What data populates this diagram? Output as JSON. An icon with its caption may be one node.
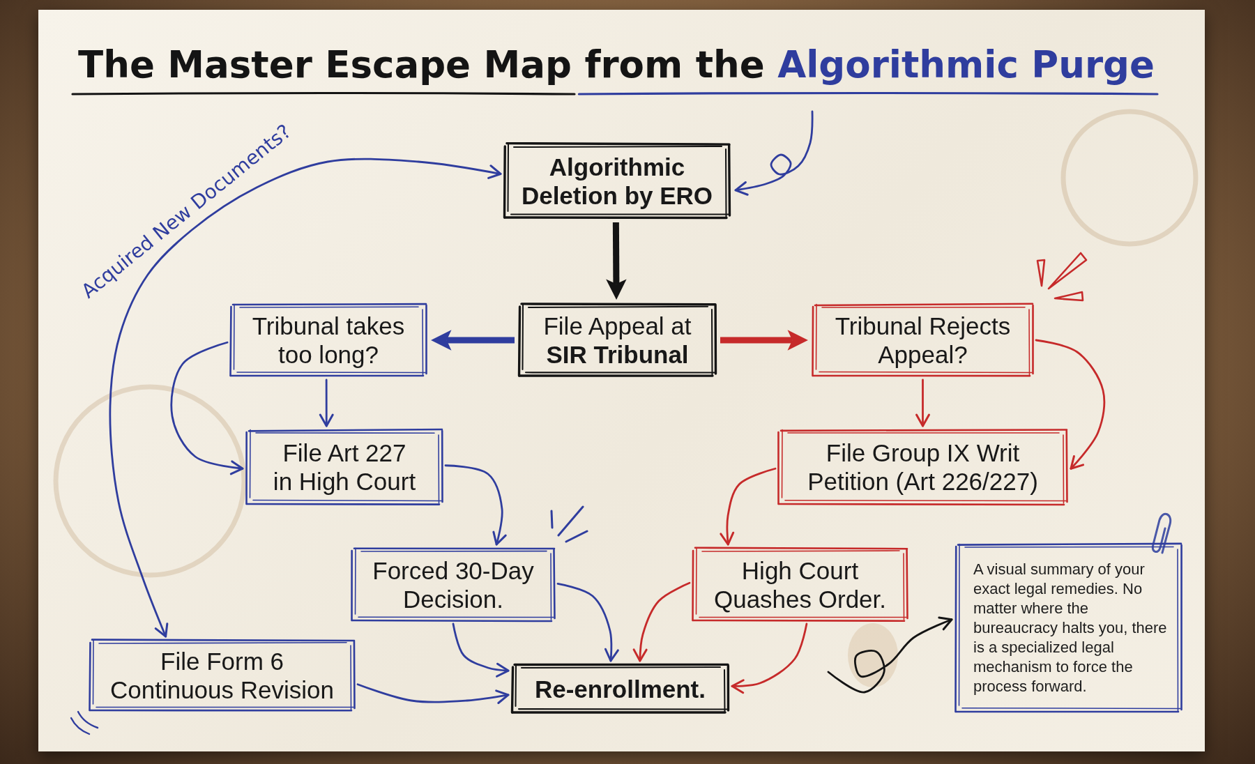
{
  "diagram": {
    "title": "The Master Escape Map from the Algorithmic Purge",
    "nodes": [
      {
        "text": [
          "Algorithmic Deletion by ERO"
        ]
      },
      {
        "text": [
          "File Appeal at **SIR Tribunal**"
        ]
      },
      {
        "text": [
          "Tribunal takes too long?"
        ]
      },
      {
        "text": [
          "Tribunal Rejects Appeal?"
        ]
      },
      {
        "text": [
          "File Art 227 in High Court"
        ]
      },
      {
        "text": [
          "File Group IX Writ Petition (Art 226/227)"
        ]
      },
      {
        "text": [
          "Forced 30-Day Decision."
        ]
      },
      {
        "text": [
          "High Court Quashes Order."
        ]
      },
      {
        "text": [
          "File Form 6 Continuous Revision"
        ]
      },
      {
        "text": [
          "Re-enrollment."
        ]
      },
      {
        "text": [
          "A visual summary of your exact legal remedies. No matter where the bureaucracy halts you, there is a specialized legal mechanism to force the process forward."
        ]
      }
    ],
    "edges": [
      {
        "from": 0,
        "to": 8,
        "arrow": "both",
        "label": "Acquired New Documents?"
      },
      {
        "from": null,
        "to": 0,
        "arrow": "to"
      },
      {
        "from": 0,
        "to": 1,
        "arrow": "to",
        "style": "thick",
        "color": "#141414"
      },
      {
        "from": 1,
        "to": 2,
        "arrow": "to",
        "style": "thick"
      },
      {
        "from": 1,
        "to": 3,
        "arrow": "to",
        "style": "thick",
        "color": "#c62a2a"
      },
      {
        "from": 2,
        "to": 4,
        "arrow": "to"
      },
      {
        "from": 2,
        "to": 4,
        "arrow": "to"
      },
      {
        "from": 3,
        "to": 5,
        "arrow": "to",
        "color": "#c62a2a"
      },
      {
        "from": 3,
        "to": 5,
        "arrow": "to",
        "color": "#c62a2a"
      },
      {
        "from": 4,
        "to": 6,
        "arrow": "to"
      },
      {
        "from": 5,
        "to": 7,
        "arrow": "to",
        "color": "#c62a2a"
      },
      {
        "from": 6,
        "to": 9,
        "arrow": "to"
      },
      {
        "from": 6,
        "to": 9,
        "arrow": "to"
      },
      {
        "from": 7,
        "to": 9,
        "arrow": "to",
        "color": "#c62a2a"
      },
      {
        "from": 7,
        "to": 9,
        "arrow": "to",
        "color": "#c62a2a"
      },
      {
        "from": 8,
        "to": 9,
        "arrow": "to"
      },
      {
        "from": null,
        "to": 10,
        "arrow": "to",
        "color": "#141414"
      }
    ]
  }
}
